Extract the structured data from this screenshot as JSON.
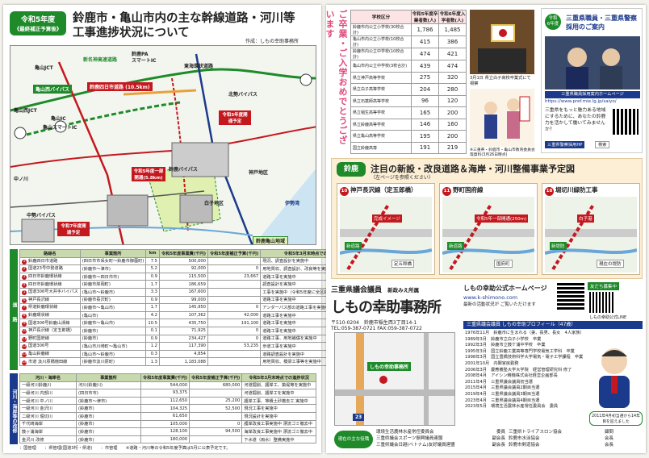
{
  "left": {
    "year_badge": {
      "line1": "令和5年度",
      "line2": "《最終補正予算後》"
    },
    "title_line1": "鈴鹿市・亀山市内の主な幹線道路・河川等",
    "title_line2": "工事進捗状況について",
    "author": "作成：しもの幸助事務所",
    "map_labels": {
      "kameyama_jct": "亀山JCT",
      "shin_meishin": "新名神高速道路",
      "suzuka_pa": "鈴鹿PA",
      "smart_ic_top": "スマートIC",
      "higashiyoro_jct": "東海環状道路",
      "bypass_num": "306",
      "suzuka_bypass_label": "鈴鹿四日市道路 (10.5km)",
      "kameyama_ic": "亀山IC",
      "kameyama_smart": "亀山スマートIC",
      "jct_label": "亀山西JCT",
      "kameyama_west_bypass": "亀山西バイパス",
      "north_bypass": "北勢バイパス",
      "naka_bypass": "中勢バイパス",
      "nakanokawa": "中ノ川",
      "sea_label": "伊勢湾",
      "kanbe": "神戸地区",
      "shiroko": "白子地区",
      "suzuka_city_label": "鈴鹿バイパス",
      "note_open": "令和5年度一部開通(5.8km)",
      "note_r7": "令和7年度開通予定",
      "note_2": "令和5年度開通予定",
      "legend": "鈴鹿亀山地域"
    },
    "road_header": [
      "路線名",
      "事業箇所",
      "令和5年度事業費(千円)",
      "令和5年度補正予算(千円)",
      "令和5年3月末時点での進捗状況"
    ],
    "road_section_label": "道　　路",
    "roads": [
      {
        "no": "1",
        "name": "鈴鹿四日市道路",
        "place": "(四日市市采女町〜鈴鹿市御薗町)",
        "km": "7.5",
        "budget": "500,000",
        "supp": "",
        "status": "現況、調査設計を実施中"
      },
      {
        "no": "2",
        "name": "国道23号中勢道路",
        "place": "(鈴鹿市〜津市)",
        "km": "5.2",
        "budget": "92,000",
        "supp": "0",
        "status": "用地買収、調査設計、改良等を実施中"
      },
      {
        "no": "3",
        "name": "四日市鈴鹿環状線",
        "place": "(鈴鹿市〜四日市市)",
        "km": "0.9",
        "budget": "115,500",
        "supp": "23,667",
        "status": "道路工事を実施中"
      },
      {
        "no": "4",
        "name": "四日市鈴鹿環状線",
        "place": "(鈴鹿市岸岡町)",
        "km": "1.7",
        "budget": "186,659",
        "supp": "",
        "status": "調査設計を実施中"
      },
      {
        "no": "5",
        "name": "国道306号大井手バイパス",
        "place": "(亀山市〜鈴鹿市)",
        "km": "3.3",
        "budget": "167,600",
        "supp": "",
        "status": "工事を実施中（令和5年度に全区間の設計を実施予定）"
      },
      {
        "no": "6",
        "name": "神戸長沢線",
        "place": "(鈴鹿市長沢町)",
        "km": "0.9",
        "budget": "99,000",
        "supp": "",
        "status": "道路工事を実施中"
      },
      {
        "no": "7",
        "name": "県道鈴鹿環状線",
        "place": "(鈴鹿市〜亀山市)",
        "km": "1.7",
        "budget": "145,950",
        "supp": "0",
        "status": "アンダーパス部の道路工事を実施中"
      },
      {
        "no": "8",
        "name": "鈴鹿環状線",
        "place": "(亀山市)",
        "km": "4.2",
        "budget": "107,362",
        "supp": "42,000",
        "status": "道路工事を実施中"
      },
      {
        "no": "9",
        "name": "国道306号鈴鹿山渓線",
        "place": "(鈴鹿市〜亀山市)",
        "km": "10.5",
        "budget": "435,750",
        "supp": "191,100",
        "status": "道路工事を実施中"
      },
      {
        "no": "10",
        "name": "神戸長沢線（定五郎橋）",
        "place": "(鈴鹿市)",
        "km": "0.1",
        "budget": "71,925",
        "supp": "0",
        "status": "道路工事を実施中"
      },
      {
        "no": "11",
        "name": "野町国府線",
        "place": "(鈴鹿市)",
        "km": "0.9",
        "budget": "234,427",
        "supp": "0",
        "status": "道路工事、用地補償を実施中"
      },
      {
        "no": "12",
        "name": "国道306号",
        "place": "(亀山市川崎町〜亀山市)",
        "km": "1.2",
        "budget": "117,390",
        "supp": "53,235",
        "status": "歩道工事を実施中"
      },
      {
        "no": "13",
        "name": "亀山鈴鹿線",
        "place": "(亀山市〜鈴鹿市)",
        "km": "0.3",
        "budget": "4,854",
        "supp": "",
        "status": "道路調査設計を実施中"
      },
      {
        "no": "14",
        "name": "市道 汲川原橋徳田線",
        "place": "(鈴鹿市汲川原町)",
        "km": "1.3",
        "budget": "1,183,088",
        "supp": "",
        "status": "用地買収、橋梁工事等を実施中"
      }
    ],
    "river_header": [
      "河川・海岸名",
      "事業箇所",
      "令和5年度事業費(千円)",
      "令和5年度補正予算(千円)",
      "令和5年3月末時点での進捗状況"
    ],
    "river_section_label": "河川・海岸等の改修",
    "rivers": [
      {
        "name": "一級河川鈴鹿川",
        "place": "河川(鈴鹿川)",
        "budget": "544,000",
        "supp": "680,000",
        "status": "河道掘削、護岸工、築堤等を実施中"
      },
      {
        "name": "一級河川 内部川",
        "place": "(四日市市)",
        "budget": "93,375",
        "supp": "",
        "status": "河道掘削、護岸工を実施中"
      },
      {
        "name": "一級河川 中ノ川",
        "place": "(鈴鹿市〜津市)",
        "budget": "112,650",
        "supp": "25,200",
        "status": "護岸工事、堆積土砂撤去工 実施中"
      },
      {
        "name": "一級河川 金沢川",
        "place": "(鈴鹿市)",
        "budget": "104,325",
        "supp": "52,500",
        "status": "現況工事を実施中"
      },
      {
        "name": "二級河川 堀切川",
        "place": "(鈴鹿市)",
        "budget": "61,650",
        "supp": "",
        "status": "現況設計を実施中"
      },
      {
        "name": "千代崎海岸",
        "place": "(鈴鹿市)",
        "budget": "105,000",
        "supp": "0",
        "status": "護岸改良工事実施中 漂流ゴミ撤去中"
      },
      {
        "name": "鼓ヶ浦海岸",
        "place": "(鈴鹿市)",
        "budget": "128,100",
        "supp": "94,500",
        "status": "海岸改良工事実施中 漂流ゴミ撤去中"
      },
      {
        "name": "金沢川 改修",
        "place": "(鈴鹿市)",
        "budget": "180,000",
        "supp": "",
        "status": "下水道（雨水）整備実施中"
      }
    ],
    "footer": "：国管理　　：県管理(国道3桁・県道)　　：市管理　　※道路・河川等の令和5年度予算は5月に公表予定です。"
  },
  "right": {
    "thanks_text": "ご卒業・ご入学おめでとうございます",
    "school_header": [
      "学校区分",
      "令和5年度卒業者数(人)",
      "令和6年度入学者数(人)"
    ],
    "schools": [
      {
        "name": "鈴鹿市内公立小学校(30校合計)",
        "grad": "1,786",
        "enter": "1,485"
      },
      {
        "name": "亀山市内公立小学校(10校合計)",
        "grad": "415",
        "enter": "386"
      },
      {
        "name": "鈴鹿市内公立中学校(10校合計)",
        "grad": "474",
        "enter": "421"
      },
      {
        "name": "亀山市内公立中学校(3校合計)",
        "grad": "439",
        "enter": "474"
      },
      {
        "name": "県立神戸高等学校",
        "grad": "275",
        "enter": "320"
      },
      {
        "name": "県立白子高等学校",
        "grad": "204",
        "enter": "280"
      },
      {
        "name": "県立石薬師高等学校",
        "grad": "96",
        "enter": "120"
      },
      {
        "name": "県立稲生高等学校",
        "grad": "165",
        "enter": "200"
      },
      {
        "name": "県立鈴鹿高等学校",
        "grad": "146",
        "enter": "160"
      },
      {
        "name": "県立亀山高等学校",
        "grad": "195",
        "enter": "200"
      },
      {
        "name": "国立鈴鹿高専",
        "grad": "191",
        "enter": "219"
      }
    ],
    "photo_caption": "3月1日 県立白子高校卒業式にて視察",
    "data_note": "※三重県・鈴鹿市・亀山市教育委員会等資料(3月26日時点)",
    "recruit": {
      "badge_line1": "令和",
      "badge_line2": "6年度",
      "title1": "三重県職員・三重県警察",
      "title2": "採用のご案内",
      "url_label": "三重県職員採用案内ホームページ",
      "url": "https://www.pref.mie.lg.jp/saiyo/",
      "body": "三重県をもっと魅力ある地域にするために、あなたの鈴鹿力を活かして働いてみませんか？",
      "police": "三重県警察採用HP",
      "detail": "検索"
    },
    "suzuka_badge": "鈴鹿",
    "new_title": "注目の新設・改良道路＆海岸・河川整備事業予定図",
    "new_subtitle": "（左ページを参照ください）",
    "panels": [
      {
        "no": "10",
        "title": "神戸長沢線（定五郎橋）",
        "n1": "完成イメージ",
        "n2": "新道路",
        "n3": "定五郎橋"
      },
      {
        "no": "11",
        "title": "野町国府線",
        "n1": "令和5年一部開通(250m)",
        "n2": "新道路",
        "n3": "国府町"
      },
      {
        "no": "18",
        "title": "堀切川緑防工事",
        "n1": "白子港",
        "n2": "新堤防",
        "n3": "現在の堤防"
      }
    ],
    "office": {
      "pre": "三重県議会議員",
      "pre2": "新政みえ所属",
      "name": "しもの幸助事務所",
      "addr": "〒510-0204　鈴鹿市稲生西3丁目14-1",
      "tel": "TEL:059-387-0721 FAX:059-387-0722",
      "map_label": "しもの幸助事務所",
      "road23": "23"
    },
    "hp": {
      "title": "しもの幸助公式ホームページ",
      "url": "www.k-shimono.com",
      "note": "最新の活動状況が ご覧いただけます",
      "friends": "友だち募集中",
      "line": "しもの幸助公式LINE"
    },
    "profile_title": "三重県議会議員 しもの幸助プロフィール（47歳）",
    "profile": [
      "1976年11月　鈴鹿市に生まれる（妻、長男、長女　4人家族）",
      "1989年3月　鈴鹿市立白子小学校　卒業",
      "1992年3月　鈴鹿市立鼓ケ浦中学校　卒業",
      "1995年3月　国立鈴鹿工業高等専門学校電気工学科　卒業",
      "1998年3月　国立豊橋技術科学大学電気・電子工学課程　卒業",
      "2001年10月　内閣官房勤務",
      "2006年3月　慶應義塾大学大学院　経営管理研究科 修了",
      "2008年4月　アイシン精機株式会社経営企画部長",
      "2011年4月　三重県議会議員初当選",
      "2015年4月　三重県議会議員2期目当選",
      "2019年4月　三重県議会議員3期目当選",
      "2023年4月　三重県議会議員4期目当選",
      "2023年5月　環境生活農林水産常任委員会　委員"
    ],
    "bubble": "2011年4月初当選から14年目を迎えました",
    "current_roles_label": "現在の主な役職",
    "roles": [
      {
        "l": "環境生活農林水産常任委員会",
        "r": "委員"
      },
      {
        "l": "三重県議会スポーツ振興議員連盟",
        "r": "副会長"
      },
      {
        "l": "三重県議会日越(ベトナム)友好議員連盟",
        "r": "副会長"
      }
    ],
    "roles2": [
      {
        "l": "三重県トライアスロン協会",
        "r": "顧問"
      },
      {
        "l": "鈴鹿市水泳協会",
        "r": "会長"
      },
      {
        "l": "鈴鹿市剣道協会",
        "r": "会長"
      }
    ]
  },
  "colors": {
    "green": "#1e8a2a",
    "pink": "#e04a7a",
    "red": "#c4181f",
    "navy": "#1b3a8c"
  }
}
